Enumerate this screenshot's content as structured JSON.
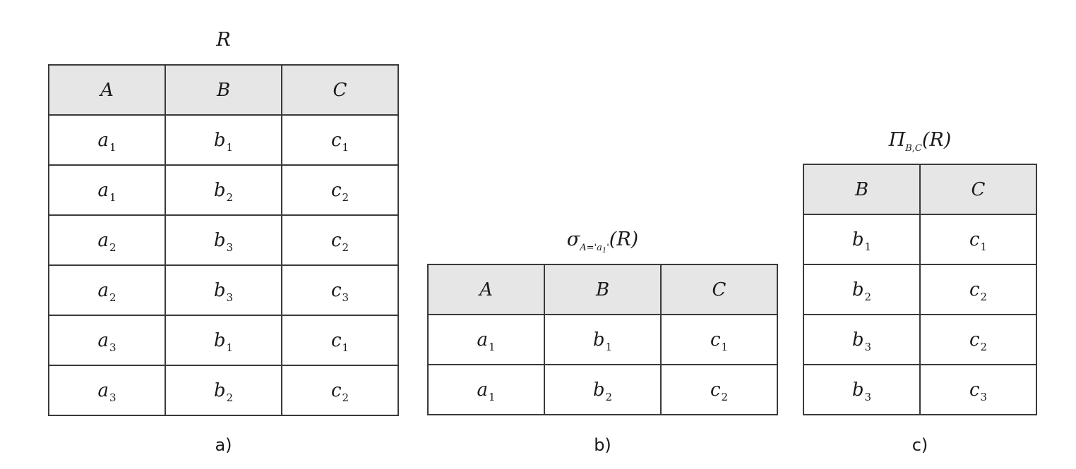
{
  "panels": [
    {
      "id": "a",
      "title": "R",
      "caption": "a)",
      "headers": [
        "A",
        "B",
        "C"
      ],
      "rows": [
        [
          {
            "v": "a",
            "s": "1"
          },
          {
            "v": "b",
            "s": "1"
          },
          {
            "v": "c",
            "s": "1"
          }
        ],
        [
          {
            "v": "a",
            "s": "1"
          },
          {
            "v": "b",
            "s": "2"
          },
          {
            "v": "c",
            "s": "2"
          }
        ],
        [
          {
            "v": "a",
            "s": "2"
          },
          {
            "v": "b",
            "s": "3"
          },
          {
            "v": "c",
            "s": "2"
          }
        ],
        [
          {
            "v": "a",
            "s": "2"
          },
          {
            "v": "b",
            "s": "3"
          },
          {
            "v": "c",
            "s": "3"
          }
        ],
        [
          {
            "v": "a",
            "s": "3"
          },
          {
            "v": "b",
            "s": "1"
          },
          {
            "v": "c",
            "s": "1"
          }
        ],
        [
          {
            "v": "a",
            "s": "3"
          },
          {
            "v": "b",
            "s": "2"
          },
          {
            "v": "c",
            "s": "2"
          }
        ]
      ]
    },
    {
      "id": "b",
      "title_symbol": "σ",
      "title_sub_prefix": "A='a",
      "title_sub_sub": "1",
      "title_sub_suffix": "'",
      "title_arg": "(R)",
      "caption": "b)",
      "headers": [
        "A",
        "B",
        "C"
      ],
      "rows": [
        [
          {
            "v": "a",
            "s": "1"
          },
          {
            "v": "b",
            "s": "1"
          },
          {
            "v": "c",
            "s": "1"
          }
        ],
        [
          {
            "v": "a",
            "s": "1"
          },
          {
            "v": "b",
            "s": "2"
          },
          {
            "v": "c",
            "s": "2"
          }
        ]
      ]
    },
    {
      "id": "c",
      "title_symbol": "Π",
      "title_sub": "B,C",
      "title_arg": "(R)",
      "caption": "c)",
      "headers": [
        "B",
        "C"
      ],
      "rows": [
        [
          {
            "v": "b",
            "s": "1"
          },
          {
            "v": "c",
            "s": "1"
          }
        ],
        [
          {
            "v": "b",
            "s": "2"
          },
          {
            "v": "c",
            "s": "2"
          }
        ],
        [
          {
            "v": "b",
            "s": "3"
          },
          {
            "v": "c",
            "s": "2"
          }
        ],
        [
          {
            "v": "b",
            "s": "3"
          },
          {
            "v": "c",
            "s": "3"
          }
        ]
      ]
    }
  ]
}
